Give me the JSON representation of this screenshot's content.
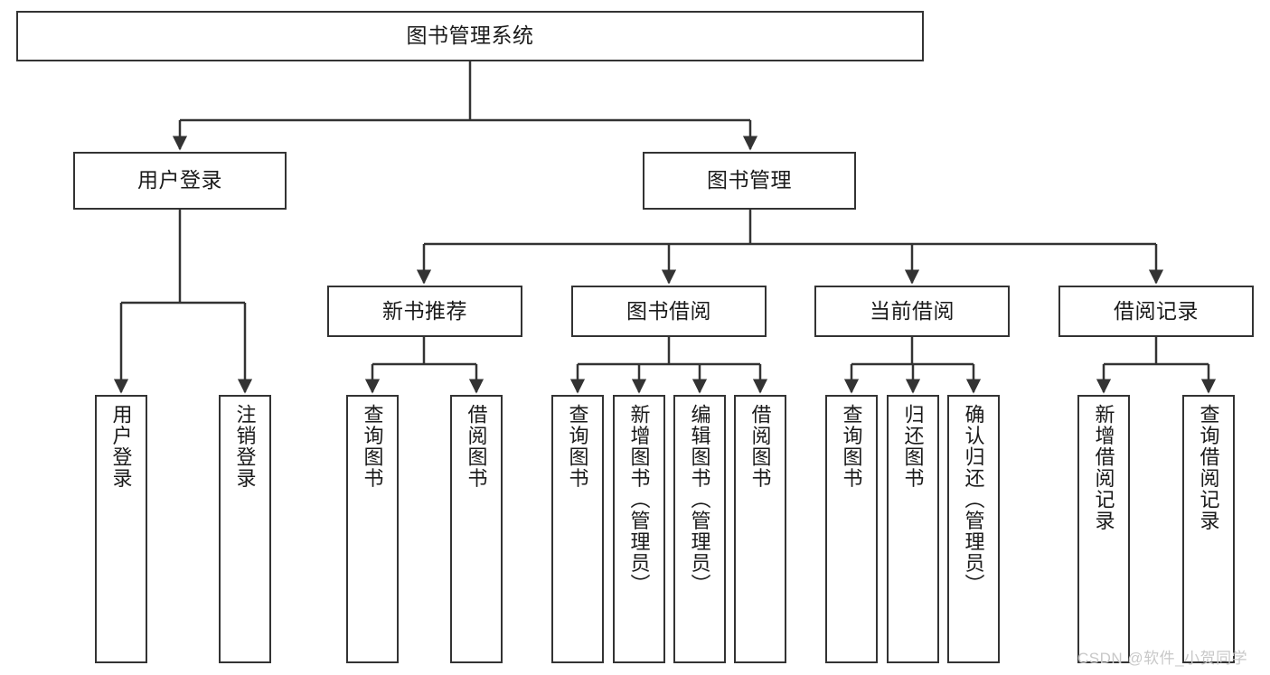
{
  "diagram": {
    "title": "图书管理系统",
    "type": "tree-hierarchy-chart",
    "accent_color": "#333333",
    "background_color": "#ffffff",
    "watermark": "CSDN @软件_小贺同学",
    "watermark_color": "#c8c8c8"
  },
  "nodes": {
    "root": {
      "label": "图书管理系统"
    },
    "level2": [
      {
        "label": "用户登录"
      },
      {
        "label": "图书管理"
      }
    ],
    "level3": [
      {
        "label": "新书推荐"
      },
      {
        "label": "图书借阅"
      },
      {
        "label": "当前借阅"
      },
      {
        "label": "借阅记录"
      }
    ],
    "user_login_children": [
      {
        "label": "用户登录"
      },
      {
        "label": "注销登录"
      }
    ],
    "new_book_children": [
      {
        "label": "查询图书"
      },
      {
        "label": "借阅图书"
      }
    ],
    "borrow_children": [
      {
        "label": "查询图书"
      },
      {
        "label": "新增图书（管理员）"
      },
      {
        "label": "编辑图书（管理员）"
      },
      {
        "label": "借阅图书"
      }
    ],
    "current_borrow_children": [
      {
        "label": "查询图书"
      },
      {
        "label": "归还图书"
      },
      {
        "label": "确认归还（管理员）"
      }
    ],
    "record_children": [
      {
        "label": "新增借阅记录"
      },
      {
        "label": "查询借阅记录"
      }
    ]
  }
}
